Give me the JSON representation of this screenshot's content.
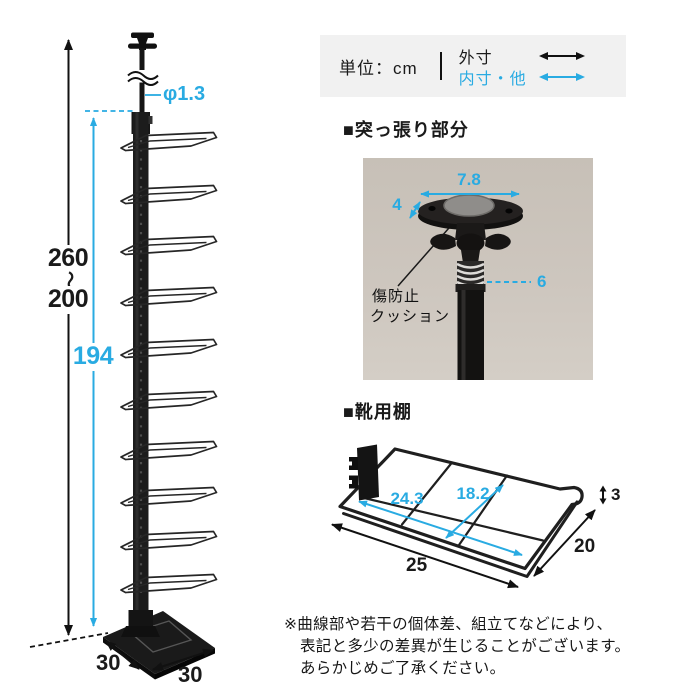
{
  "colors": {
    "accent_blue": "#29abe2",
    "ink": "#1a1a1a",
    "legend_bg": "#f1f1f1",
    "photo_bg": "#cbc4bb"
  },
  "legend": {
    "unit": "単位：cm",
    "outer": "外寸",
    "inner": "内寸・他"
  },
  "main": {
    "pole_diameter": "φ1.3",
    "height_max": "260",
    "range_tilde": "〜",
    "height_min": "200",
    "inner_height": "194",
    "base_depth": "30",
    "base_width": "30"
  },
  "tension": {
    "title": "■突っ張り部分",
    "plate_width": "7.8",
    "plate_depth": "4",
    "pipe_dim": "6",
    "cushion_line1": "傷防止",
    "cushion_line2": "クッション"
  },
  "shelf": {
    "title": "■靴用棚",
    "inner_width": "24.3",
    "inner_depth": "18.2",
    "edge_height": "3",
    "depth": "20",
    "width": "25"
  },
  "note": {
    "line1": "※曲線部や若干の個体差、組立てなどにより、",
    "line2": "表記と多少の差異が生じることがございます。",
    "line3": "あらかじめご了承ください。"
  }
}
